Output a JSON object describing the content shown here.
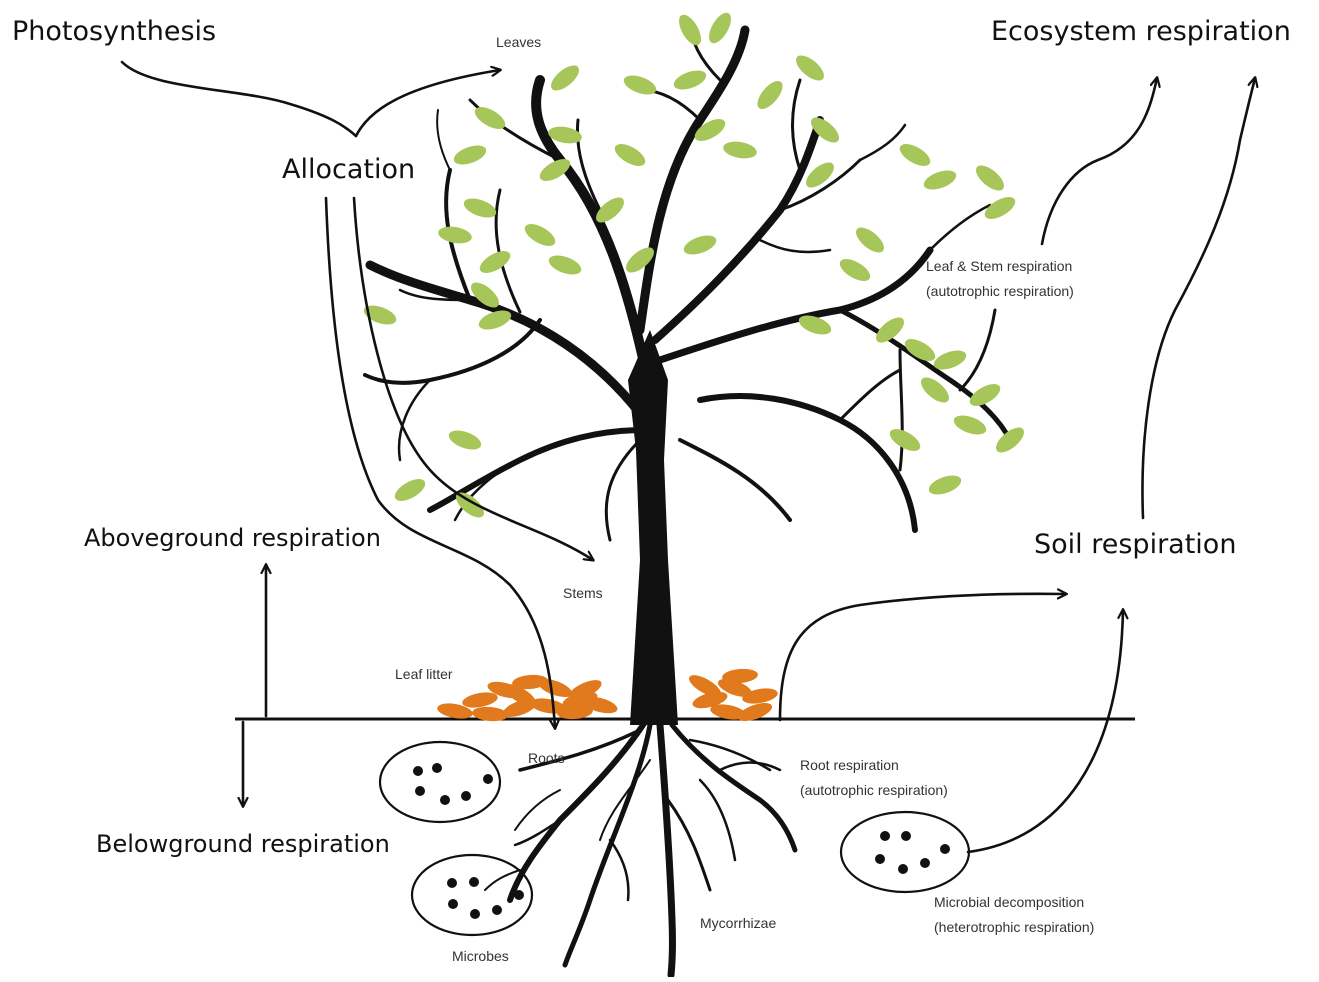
{
  "colors": {
    "ink": "#111111",
    "leaf": "#a7c65a",
    "litter": "#e07a1c",
    "background": "#ffffff"
  },
  "labels": {
    "photosynthesis": "Photosynthesis",
    "ecosystem_respiration": "Ecosystem respiration",
    "allocation": "Allocation",
    "leaves": "Leaves",
    "leaf_stem_respiration_line1": "Leaf & Stem respiration",
    "leaf_stem_respiration_line2": "(autotrophic respiration)",
    "aboveground_respiration": "Aboveground respiration",
    "soil_respiration": "Soil respiration",
    "stems": "Stems",
    "leaf_litter": "Leaf litter",
    "roots": "Roots",
    "root_respiration_line1": "Root respiration",
    "root_respiration_line2": "(autotrophic respiration)",
    "belowground_respiration": "Belowground respiration",
    "microbes": "Microbes",
    "mycorrhizae": "Mycorrhizae",
    "microbial_decomposition_line1": "Microbial decomposition",
    "microbial_decomposition_line2": "(heterotrophic respiration)"
  },
  "icons": {
    "tree": "tree-illustration",
    "microbe_cluster": "microbe-cluster-icon",
    "leaf_litter": "leaf-litter-icon"
  }
}
